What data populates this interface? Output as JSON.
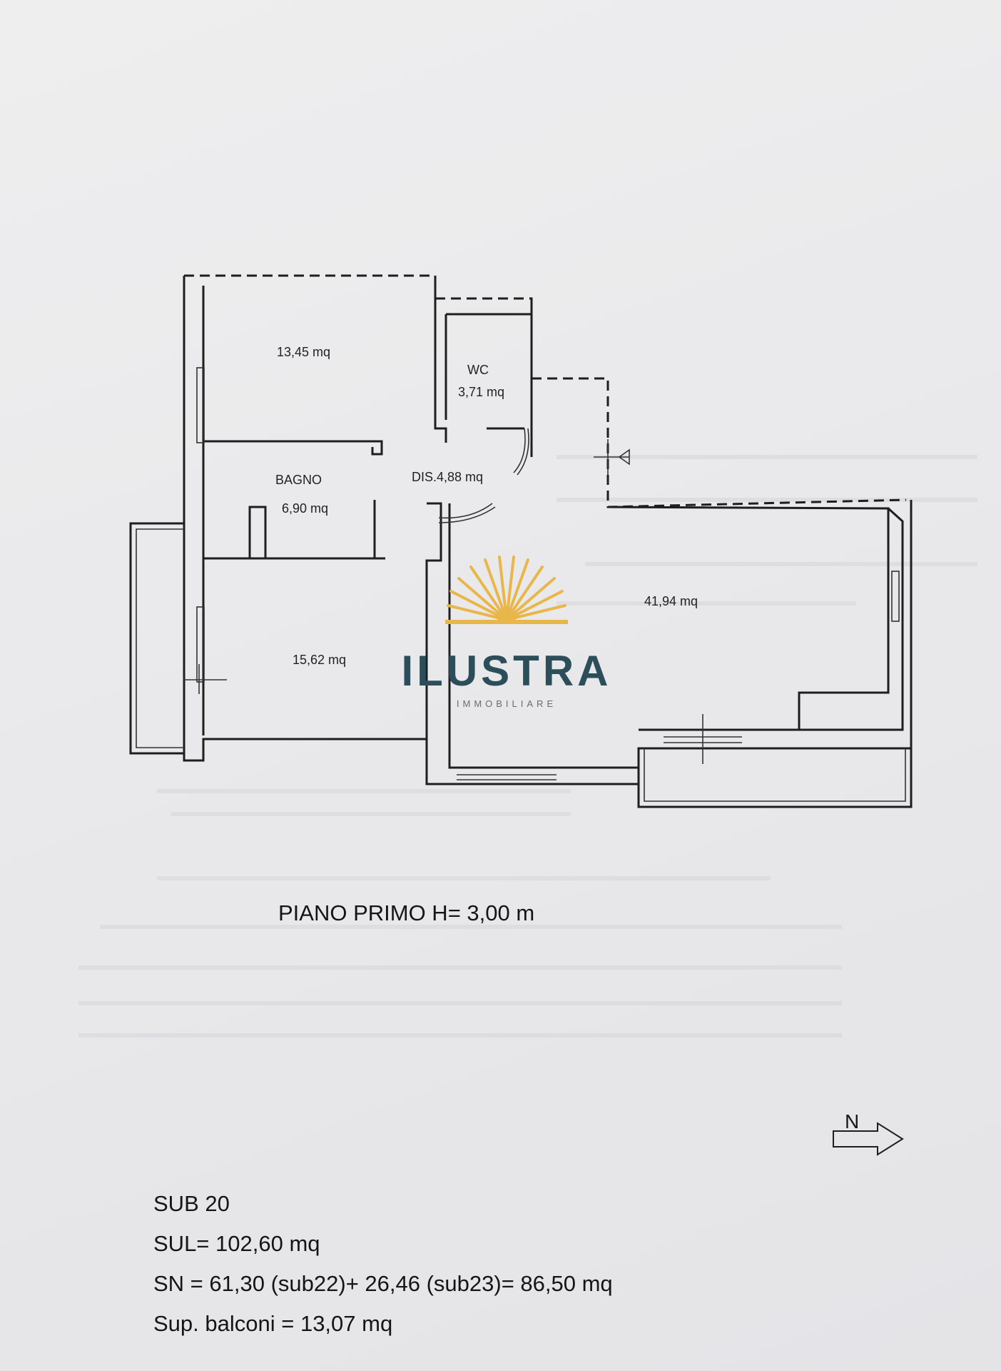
{
  "rooms": {
    "bedroom_a_area": "13,45 mq",
    "wc_name": "WC",
    "wc_area": "3,71 mq",
    "bagno_name": "BAGNO",
    "bagno_area": "6,90 mq",
    "dis_area": "DIS.4,88 mq",
    "living_area": "41,94 mq",
    "bedroom_b_area": "15,62 mq"
  },
  "logo": {
    "name": "ILUSTRA",
    "tagline": "IMMOBILIARE",
    "color_text": "#2c4d5a",
    "color_sun": "#e9b64a"
  },
  "floor_title": "PIANO  PRIMO H= 3,00 m",
  "north_label": "N",
  "summary": {
    "sub": "SUB 20",
    "sul": "SUL= 102,60 mq",
    "sn": "SN = 61,30 (sub22)+ 26,46 (sub23)= 86,50 mq",
    "balconi": "Sup. balconi =  13,07 mq"
  }
}
